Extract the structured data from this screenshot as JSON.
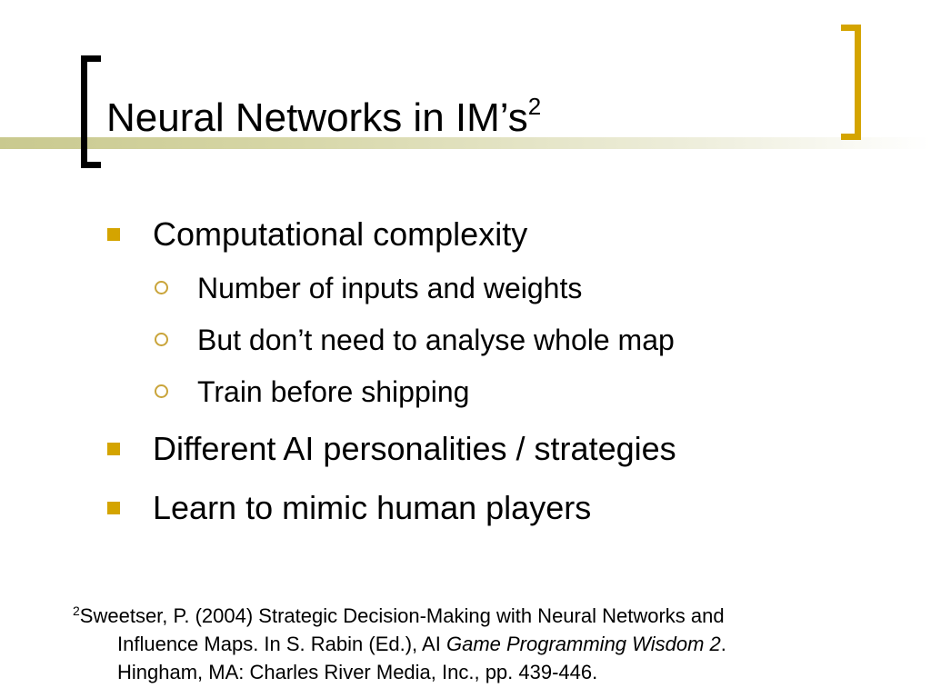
{
  "slide": {
    "title": "Neural Networks in IM’s",
    "title_superscript": "2",
    "bullets": [
      {
        "text": "Computational complexity",
        "sub": [
          "Number of inputs and weights",
          "But don’t need to analyse whole map",
          "Train before shipping"
        ]
      },
      {
        "text": "Different AI personalities / strategies"
      },
      {
        "text": "Learn to mimic human players"
      }
    ],
    "footnote": {
      "marker": "2",
      "line1": "Sweetser, P. (2004) Strategic Decision-Making with Neural Networks and",
      "line2_pre": "Influence Maps. In S. Rabin (Ed.), AI ",
      "line2_italic": "Game Programming Wisdom 2",
      "line2_post": ".",
      "line3": "Hingham, MA: Charles River Media, Inc., pp. 439-446."
    }
  },
  "colors": {
    "accent": "#d4a400",
    "band": "#c9c98f",
    "text": "#000000",
    "left_bracket": "#000000"
  },
  "icons": {
    "level1_bullet": "square-bullet-icon",
    "level2_bullet": "ring-bullet-icon"
  }
}
